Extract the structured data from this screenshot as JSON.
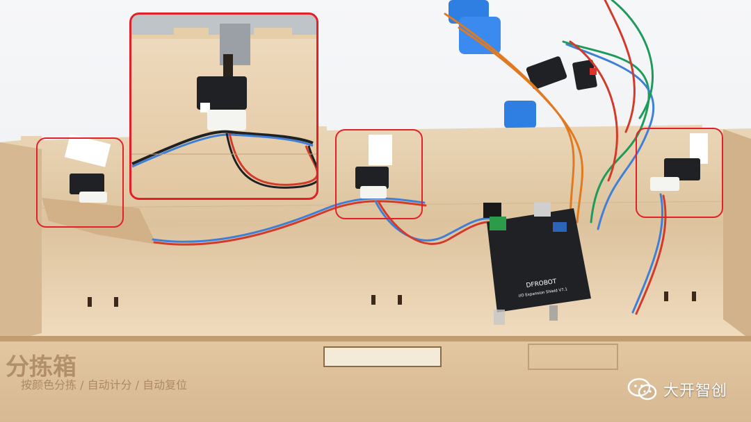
{
  "watermark": {
    "brand": "大开智创",
    "icon": "wechat-icon"
  },
  "board": {
    "brand_text": "DFROBOT",
    "model_text": "I/O Expansion Shield V7.1"
  },
  "box_engraving": {
    "top_line": "分拣箱",
    "bottom_line": "按颜色分拣 / 自动计分 / 自动复位"
  },
  "colors": {
    "wood": "#e6cfae",
    "wood_dark": "#c9a47a",
    "board": "#1f2124",
    "wire_blue": "#3f7fd6",
    "wire_red": "#d23a2a",
    "wire_orange": "#e07a22",
    "wire_green": "#1e9a5a",
    "servo_blue": "#2f7fe3",
    "callout_red": "#e2202a"
  }
}
